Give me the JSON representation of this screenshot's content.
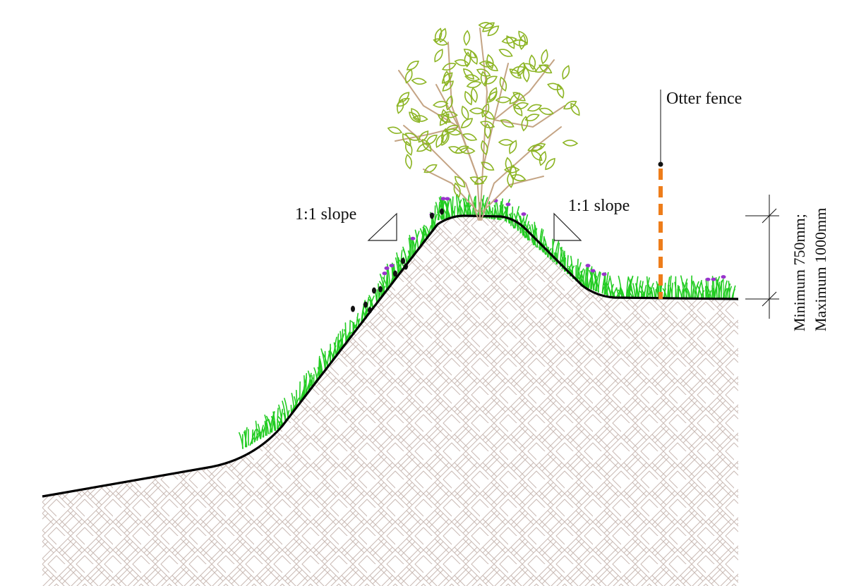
{
  "annotations": {
    "left_slope": "1:1 slope",
    "right_slope": "1:1 slope",
    "fence": "Otter fence",
    "dimension_line1": "Minimum 750mm;",
    "dimension_line2": "Maximum 1000mm"
  },
  "colors": {
    "ground_outline": "#000000",
    "soil_hatch": "#c9b9b4",
    "grass": "#22cc22",
    "tree_leaves": "#8db525",
    "tree_branches": "#c4a484",
    "flowers": "#9933cc",
    "fence": "#ee7d1a"
  }
}
